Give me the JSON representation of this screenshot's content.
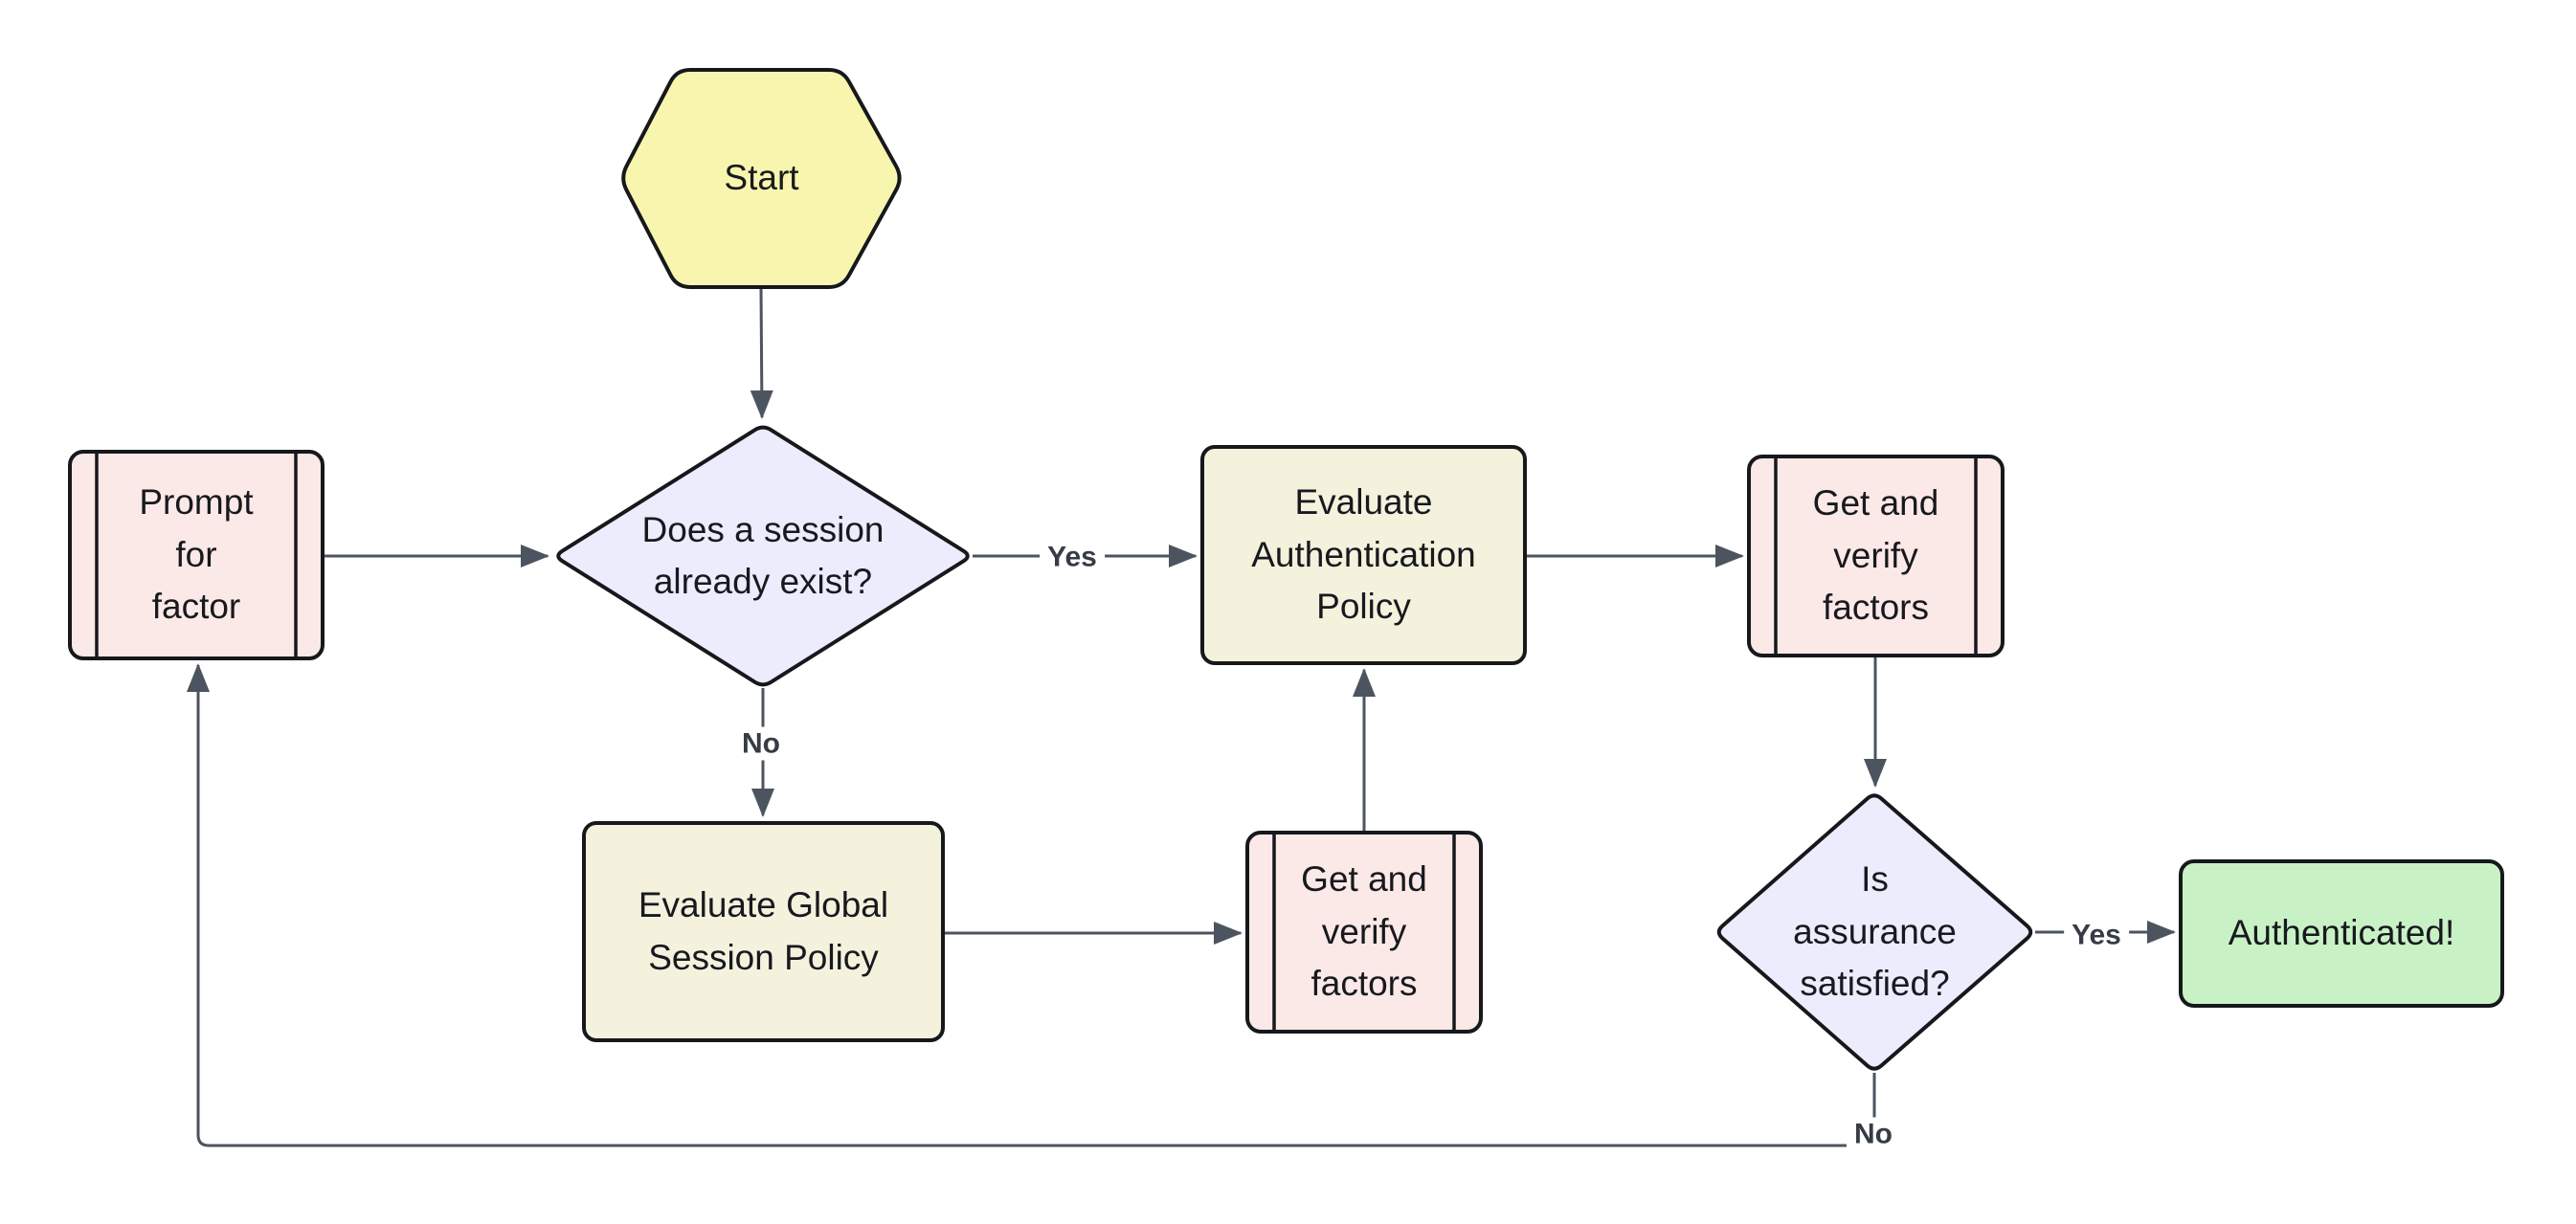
{
  "colors": {
    "background": "#ffffff",
    "start_fill": "#f8f6ae",
    "decision_fill": "#ececfc",
    "process_fill": "#f4f1dd",
    "subroutine_fill": "#fbe9e7",
    "success_fill": "#c9f1c6",
    "node_border": "#16181c",
    "edge_stroke": "#4c545f",
    "node_text": "#17191e",
    "edge_label_text": "#363c46"
  },
  "nodes": {
    "start": {
      "label": "Start",
      "shape": "hexagon"
    },
    "session_check": {
      "label": "Does a session\nalready exist?",
      "shape": "decision"
    },
    "prompt_factor": {
      "label": "Prompt\nfor\nfactor",
      "shape": "subroutine"
    },
    "eval_auth": {
      "label": "Evaluate\nAuthentication\nPolicy",
      "shape": "process"
    },
    "get_verify_top": {
      "label": "Get and\nverify\nfactors",
      "shape": "subroutine"
    },
    "eval_global": {
      "label": "Evaluate Global\nSession Policy",
      "shape": "process"
    },
    "get_verify_mid": {
      "label": "Get and\nverify\nfactors",
      "shape": "subroutine"
    },
    "assurance_check": {
      "label": "Is\nassurance\nsatisfied?",
      "shape": "decision"
    },
    "authenticated": {
      "label": "Authenticated!",
      "shape": "terminal"
    }
  },
  "edge_labels": {
    "session_yes": "Yes",
    "session_no": "No",
    "assurance_yes": "Yes",
    "assurance_no": "No"
  }
}
